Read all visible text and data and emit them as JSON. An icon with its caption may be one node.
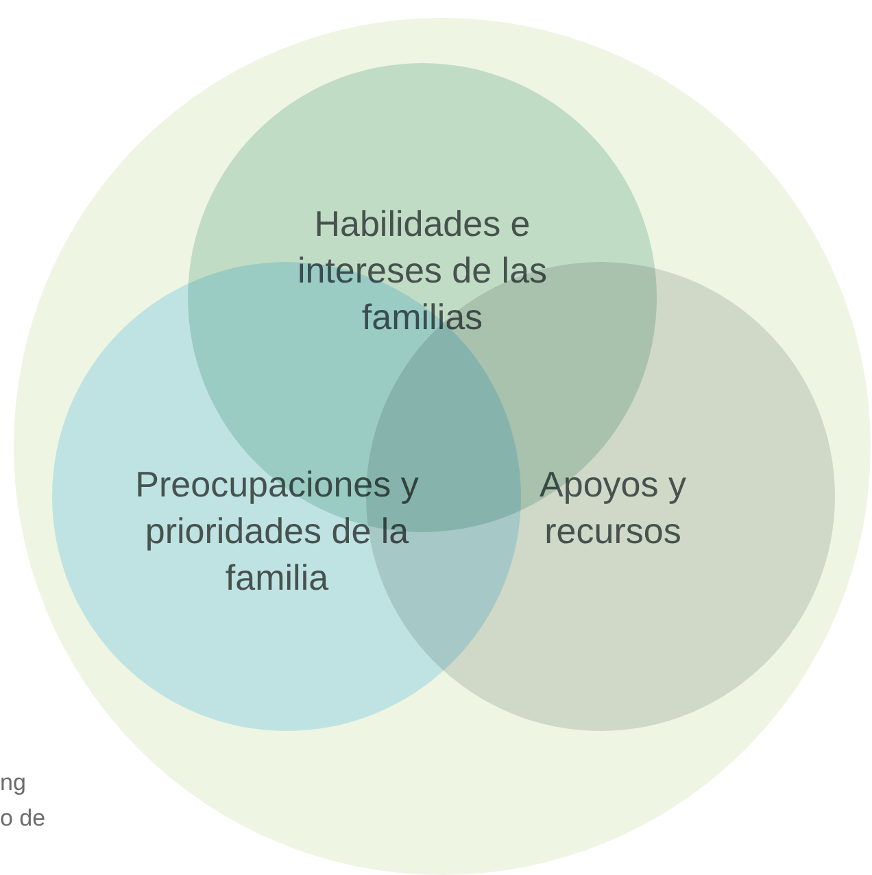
{
  "diagram": {
    "nodes": [
      {
        "text": [],
        "shape": "circle"
      },
      {
        "text": [
          "Habilidades e intereses de las familias"
        ],
        "in": 0
      },
      {
        "text": [
          "Preocupaciones y prioridades de la familia"
        ],
        "in": 0
      },
      {
        "text": [
          "Apoyos y recursos"
        ],
        "in": 0
      }
    ],
    "labels": [
      "ng",
      "o de"
    ]
  }
}
